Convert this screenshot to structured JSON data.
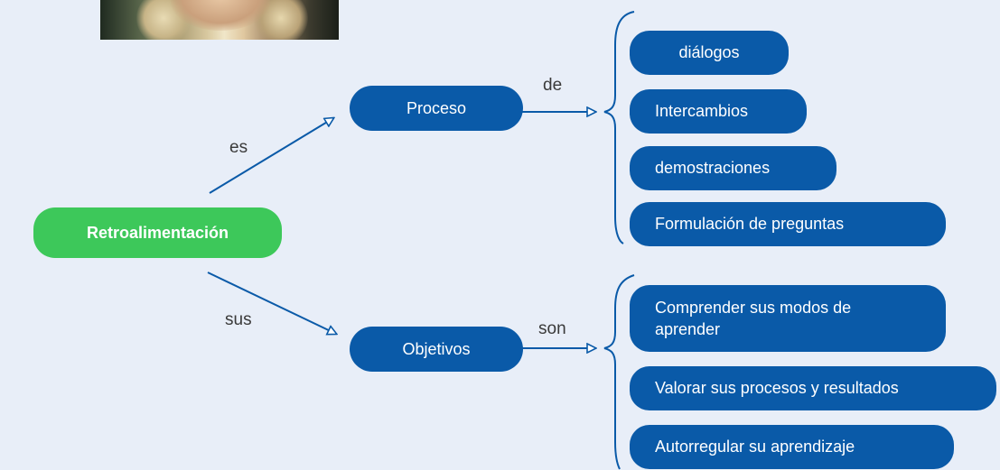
{
  "root": {
    "label": "Retroalimentación"
  },
  "branches": {
    "proceso": {
      "link": "es",
      "node": "Proceso",
      "connector": "de",
      "items": [
        "diálogos",
        "Intercambios",
        "demostraciones",
        "Formulación de preguntas"
      ]
    },
    "objetivos": {
      "link": "sus",
      "node": "Objetivos",
      "connector": "son",
      "items": [
        "Comprender sus modos de aprender",
        "Valorar sus procesos y resultados",
        "Autorregular su aprendizaje"
      ]
    }
  },
  "colors": {
    "node": "#0a5aa8",
    "root": "#3dc85a",
    "line": "#0a5aa8",
    "background": "#e8eef8"
  },
  "photo": {
    "icon": "person-photo"
  }
}
